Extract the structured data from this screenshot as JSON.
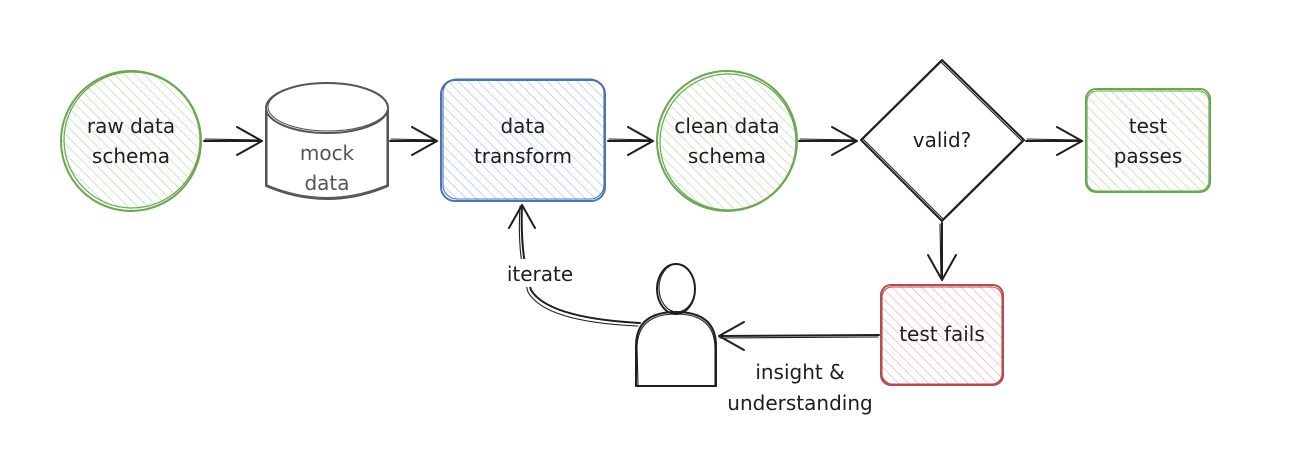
{
  "diagram": {
    "nodes": {
      "raw_data_schema": {
        "line1": "raw data",
        "line2": "schema"
      },
      "mock_data": {
        "line1": "mock",
        "line2": "data"
      },
      "data_transform": {
        "line1": "data",
        "line2": "transform"
      },
      "clean_data_schema": {
        "line1": "clean data",
        "line2": "schema"
      },
      "valid": {
        "label": "valid?"
      },
      "test_passes": {
        "line1": "test",
        "line2": "passes"
      },
      "test_fails": {
        "label": "test fails"
      }
    },
    "edge_labels": {
      "iterate": "iterate",
      "insight_line1": "insight &",
      "insight_line2": "understanding"
    }
  },
  "colors": {
    "green": "#6aa84f",
    "blue": "#4a74b5",
    "red": "#b94a4a",
    "gray": "#555555",
    "ink": "#1e1e1e"
  }
}
